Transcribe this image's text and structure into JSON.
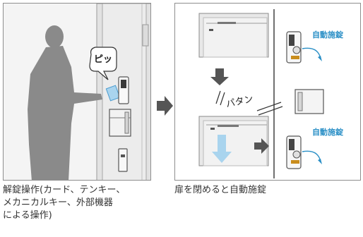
{
  "left_panel": {
    "speech_bubble": "ピッ",
    "caption_lines": [
      "解錠操作(カード、テンキー、",
      "メカニカルキー、外部機器",
      "による操作)"
    ]
  },
  "right_panel": {
    "sound_text": "パタン",
    "auto_lock_labels": [
      "自動施錠",
      "自動施錠"
    ],
    "caption": "扉を閉めると自動施錠"
  },
  "colors": {
    "arrow": "#555555",
    "accent_blue": "#2a8fc6",
    "light_blue": "#a9d4ee",
    "silhouette": "#8a8a8a",
    "wall": "#f1f1f1",
    "door": "#e6e6e6"
  }
}
